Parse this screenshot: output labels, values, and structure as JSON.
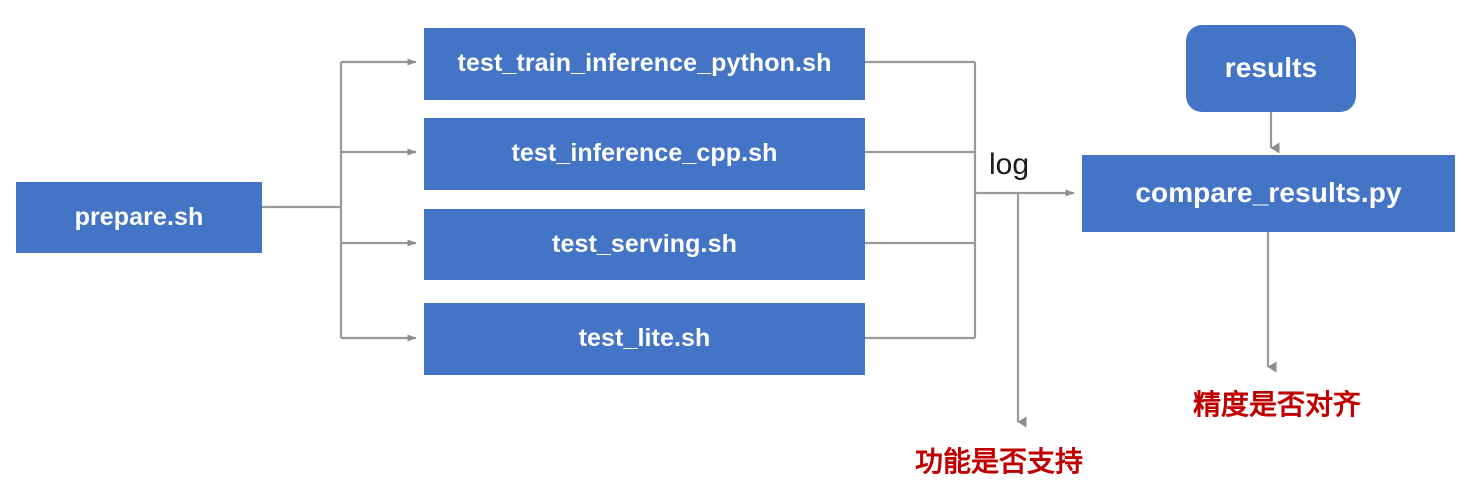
{
  "diagram": {
    "title": "PaddlePaddle TIPC test chain flow",
    "colors": {
      "node_fill": "#4374C6",
      "node_text": "#FFFFFF",
      "wire": "#9A9A9A",
      "note_red": "#C00000",
      "background": "#FFFFFF"
    },
    "nodes": [
      {
        "id": "prepare",
        "label": "prepare.sh",
        "shape": "rect"
      },
      {
        "id": "train_py",
        "label": "test_train_inference_python.sh",
        "shape": "rect"
      },
      {
        "id": "infer_cpp",
        "label": "test_inference_cpp.sh",
        "shape": "rect"
      },
      {
        "id": "serving",
        "label": "test_serving.sh",
        "shape": "rect"
      },
      {
        "id": "lite",
        "label": "test_lite.sh",
        "shape": "rect"
      },
      {
        "id": "results",
        "label": "results",
        "shape": "rounded-rect"
      },
      {
        "id": "compare",
        "label": "compare_results.py",
        "shape": "rect"
      }
    ],
    "edge_labels": [
      {
        "id": "log",
        "label": "log"
      }
    ],
    "notes": [
      {
        "id": "function_supported",
        "label": "功能是否支持",
        "color": "#C00000"
      },
      {
        "id": "precision_aligned",
        "label": "精度是否对齐",
        "color": "#C00000"
      }
    ],
    "edges": [
      {
        "from": "prepare",
        "to": "train_py",
        "arrow": true
      },
      {
        "from": "prepare",
        "to": "infer_cpp",
        "arrow": true
      },
      {
        "from": "prepare",
        "to": "serving",
        "arrow": true
      },
      {
        "from": "prepare",
        "to": "lite",
        "arrow": true
      },
      {
        "from": "train_py",
        "to": "compare",
        "arrow": true,
        "label": "log"
      },
      {
        "from": "infer_cpp",
        "to": "compare",
        "arrow": true,
        "label": "log"
      },
      {
        "from": "serving",
        "to": "compare",
        "arrow": true,
        "label": "log"
      },
      {
        "from": "lite",
        "to": "compare",
        "arrow": true,
        "label": "log"
      },
      {
        "from": "results",
        "to": "compare",
        "arrow": true
      },
      {
        "from": "log-junction",
        "to": "function_supported",
        "arrow": true
      },
      {
        "from": "compare",
        "to": "precision_aligned",
        "arrow": true
      }
    ]
  }
}
